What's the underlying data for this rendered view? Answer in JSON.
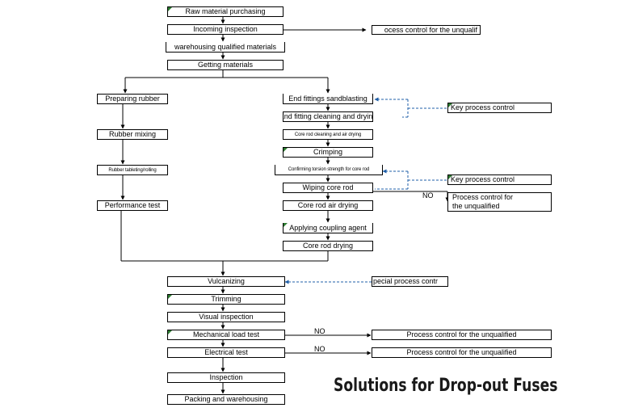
{
  "flow": {
    "raw_material": "Raw material purchasing",
    "incoming_inspection": "Incoming inspection",
    "process_control_unqualified_1": "ocess control for the unqualif",
    "warehousing": "warehousing qualified materials",
    "getting_materials": "Getting materials",
    "preparing_rubber": "Preparing rubber",
    "rubber_mixing": "Rubber mixing",
    "rubber_tableting": "Rubber tableting/rolling",
    "performance_test": "Performance test",
    "end_fittings_sandblasting": "End fittings sandblasting",
    "end_fitting_cleaning": "End fitting cleaning and drying",
    "key_process_control_1": "Key process control",
    "core_rod_cleaning": "Core rod cleaning and air drying",
    "crimping": "Crimping",
    "confirming_torsion": "Confirming torsion strength for core rod",
    "key_process_control_2": "Key process control",
    "wiping_core_rod": "Wiping core rod",
    "no_1": "NO",
    "process_control_unqualified_2a": "Process control for",
    "process_control_unqualified_2b": "the unqualified",
    "core_rod_air_drying": "Core rod air drying",
    "applying_coupling": "Applying coupling agent",
    "core_rod_drying": "Core rod drying",
    "vulcanizing": "Vulcanizing",
    "special_process_control": "pecial process contr",
    "trimming": "Trimming",
    "visual_inspection": "Visual inspection",
    "mechanical_load_test": "Mechanical load test",
    "no_2": "NO",
    "process_control_unqualified_3": "Process control for the unqualified",
    "electrical_test": "Electrical test",
    "no_3": "NO",
    "process_control_unqualified_4": "Process control for the unqualified",
    "inspection": "Inspection",
    "packing": "Packing and warehousing"
  },
  "caption": "Solutions for Drop-out Fuses",
  "colors": {
    "line": "#000000",
    "dashed": "#1f5fa8",
    "marker": "#2e7d32"
  }
}
